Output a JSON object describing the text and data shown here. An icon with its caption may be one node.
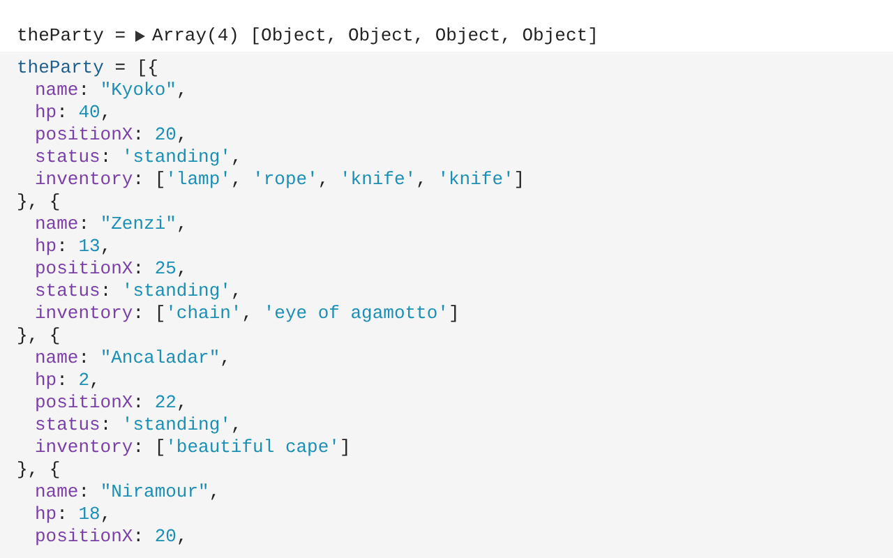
{
  "diagram": {
    "labels": [
      "theParty =",
      "Array(4) [Object, Object, Object, Object]",
      "theParty = [{",
      "name: \"Kyoko\",",
      "hp: 40,",
      "positionX: 20,",
      "status: 'standing',",
      "inventory: ['lamp', 'rope', 'knife', 'knife']",
      "}, {",
      "name: \"Zenzi\",",
      "hp: 13,",
      "positionX: 25,",
      "status: 'standing',",
      "inventory: ['chain', 'eye of agamotto']",
      "}, {",
      "name: \"Ancaladar\",",
      "hp: 2,",
      "positionX: 22,",
      "status: 'standing',",
      "inventory: ['beautiful cape']",
      "}, {",
      "name: \"Niramour\",",
      "hp: 18,",
      "positionX: 20,"
    ]
  }
}
